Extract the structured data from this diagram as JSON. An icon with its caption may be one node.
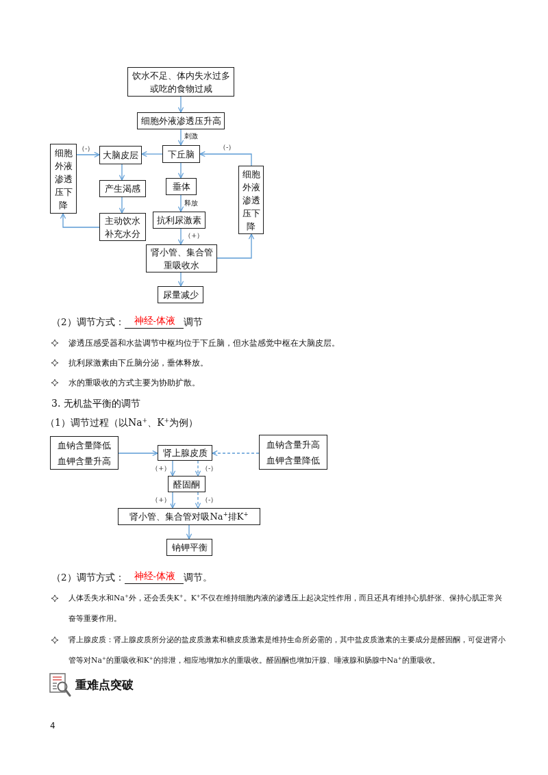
{
  "diagram": {
    "nodes": [
      {
        "text": [
          "饮水不足、体内失水过多或吃的食物过咸"
        ]
      },
      {
        "text": [
          "细胞外液渗透压升高"
        ]
      },
      {
        "text": [
          "细胞外液渗透压下降"
        ]
      },
      {
        "text": [
          "大脑皮层"
        ]
      },
      {
        "text": [
          "下丘脑"
        ]
      },
      {
        "text": [
          "细胞外液渗透压下降"
        ]
      },
      {
        "text": [
          "产生渴感"
        ]
      },
      {
        "text": [
          "垂体"
        ]
      },
      {
        "text": [
          "主动饮水补充水分"
        ]
      },
      {
        "text": [
          "抗利尿激素"
        ]
      },
      {
        "text": [
          "肾小管、集合管重吸收水"
        ]
      },
      {
        "text": [
          "尿量减少"
        ]
      },
      {
        "text": [
          "血钠含量降低",
          "血钾含量升高"
        ]
      },
      {
        "text": [
          "肾上腺皮质"
        ]
      },
      {
        "text": [
          "血钠含量升高",
          "血钾含量降低"
        ]
      },
      {
        "text": [
          "醛固酮"
        ]
      },
      {
        "text": [
          "肾小管、集合管对吸Na$^{+}$排K$^{+}$"
        ]
      },
      {
        "text": [
          "钠钾平衡"
        ]
      }
    ],
    "edges": [
      {
        "from": 0,
        "to": 1,
        "arrow": "to"
      },
      {
        "from": 1,
        "to": 4,
        "arrow": "to",
        "label": "刺激"
      },
      {
        "from": 4,
        "to": 3,
        "arrow": "to"
      },
      {
        "from": 2,
        "to": 3,
        "arrow": "to",
        "label": "（-）"
      },
      {
        "from": 3,
        "to": 6,
        "arrow": "to"
      },
      {
        "from": 6,
        "to": 8,
        "arrow": "to"
      },
      {
        "from": 8,
        "to": 2,
        "arrow": "to"
      },
      {
        "from": 4,
        "to": 7,
        "arrow": "to"
      },
      {
        "from": 7,
        "to": 9,
        "arrow": "to",
        "label": "释放"
      },
      {
        "from": 9,
        "to": 10,
        "arrow": "to",
        "label": "（+）"
      },
      {
        "from": 10,
        "to": 5,
        "arrow": "to"
      },
      {
        "from": 5,
        "to": 4,
        "arrow": "to",
        "label": "（-）"
      },
      {
        "from": 10,
        "to": 11,
        "arrow": "to"
      },
      {
        "from": 12,
        "to": 13,
        "arrow": "to"
      },
      {
        "from": 14,
        "to": 13,
        "arrow": "to",
        "style": "dashed"
      },
      {
        "from": 13,
        "to": 15,
        "arrow": "to",
        "label": "（+）"
      },
      {
        "from": 13,
        "to": 15,
        "arrow": "to",
        "label": "（-）",
        "style": "dashed"
      },
      {
        "from": 15,
        "to": 16,
        "arrow": "to",
        "label": "（+）"
      },
      {
        "from": 15,
        "to": 16,
        "arrow": "to",
        "label": "（-）",
        "style": "dashed"
      },
      {
        "from": 16,
        "to": 17,
        "arrow": "to"
      }
    ],
    "labels": [
      "（2）调节方式：",
      "神经-体液",
      "调节",
      "渗透压感受器和水盐调节中枢均位于下丘脑，但水盐感觉中枢在大脑皮层。",
      "抗利尿激素由下丘脑分泌，垂体释放。",
      "水的重吸收的方式主要为协助扩散。",
      "3. 无机盐平衡的调节",
      "（1）调节过程（以Na$^{+}$、K$^{+}$为例）",
      "（2）调节方式：",
      "神经-体液",
      "调节。",
      "人体丢失水和Na$^{+}$外，还会丢失K$^{+}$。K$^{+}$不仅在维持细胞内液的渗透压上起决定性作用，而且还具有维持心肌舒张、保持心肌正常兴奋等重要作用。",
      "肾上腺皮质：肾上腺皮质所分泌的盐皮质激素和糖皮质激素是维持生命所必需的，其中盐皮质激素的主要成分是醛固酮，可促进肾小管等对Na$^{+}$的重吸收和K$^{+}$的排泄，相应地增加水的重吸收。醛固酮也增加汗腺、唾液腺和肠腺中Na$^{+}$的重吸收。",
      "重难点突破",
      "4"
    ]
  }
}
